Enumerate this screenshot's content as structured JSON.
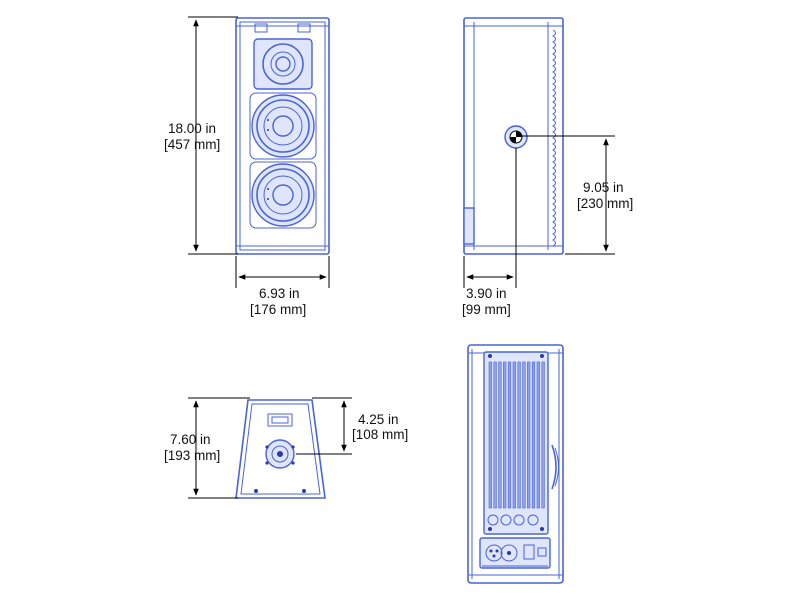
{
  "dimensions": {
    "height": {
      "imperial": "18.00 in",
      "metric": "[457 mm]"
    },
    "width": {
      "imperial": "6.93 in",
      "metric": "[176 mm]"
    },
    "depth": {
      "imperial": "3.90 in",
      "metric": "[99 mm]"
    },
    "mount_height": {
      "imperial": "9.05 in",
      "metric": "[230 mm]"
    },
    "bottom_depth": {
      "imperial": "7.60 in",
      "metric": "[193 mm]"
    },
    "mount_offset": {
      "imperial": "4.25 in",
      "metric": "[108 mm]"
    }
  },
  "colors": {
    "outline": "#4a63d6",
    "fill": "#dfe6fb",
    "dimension_line": "#000000"
  }
}
